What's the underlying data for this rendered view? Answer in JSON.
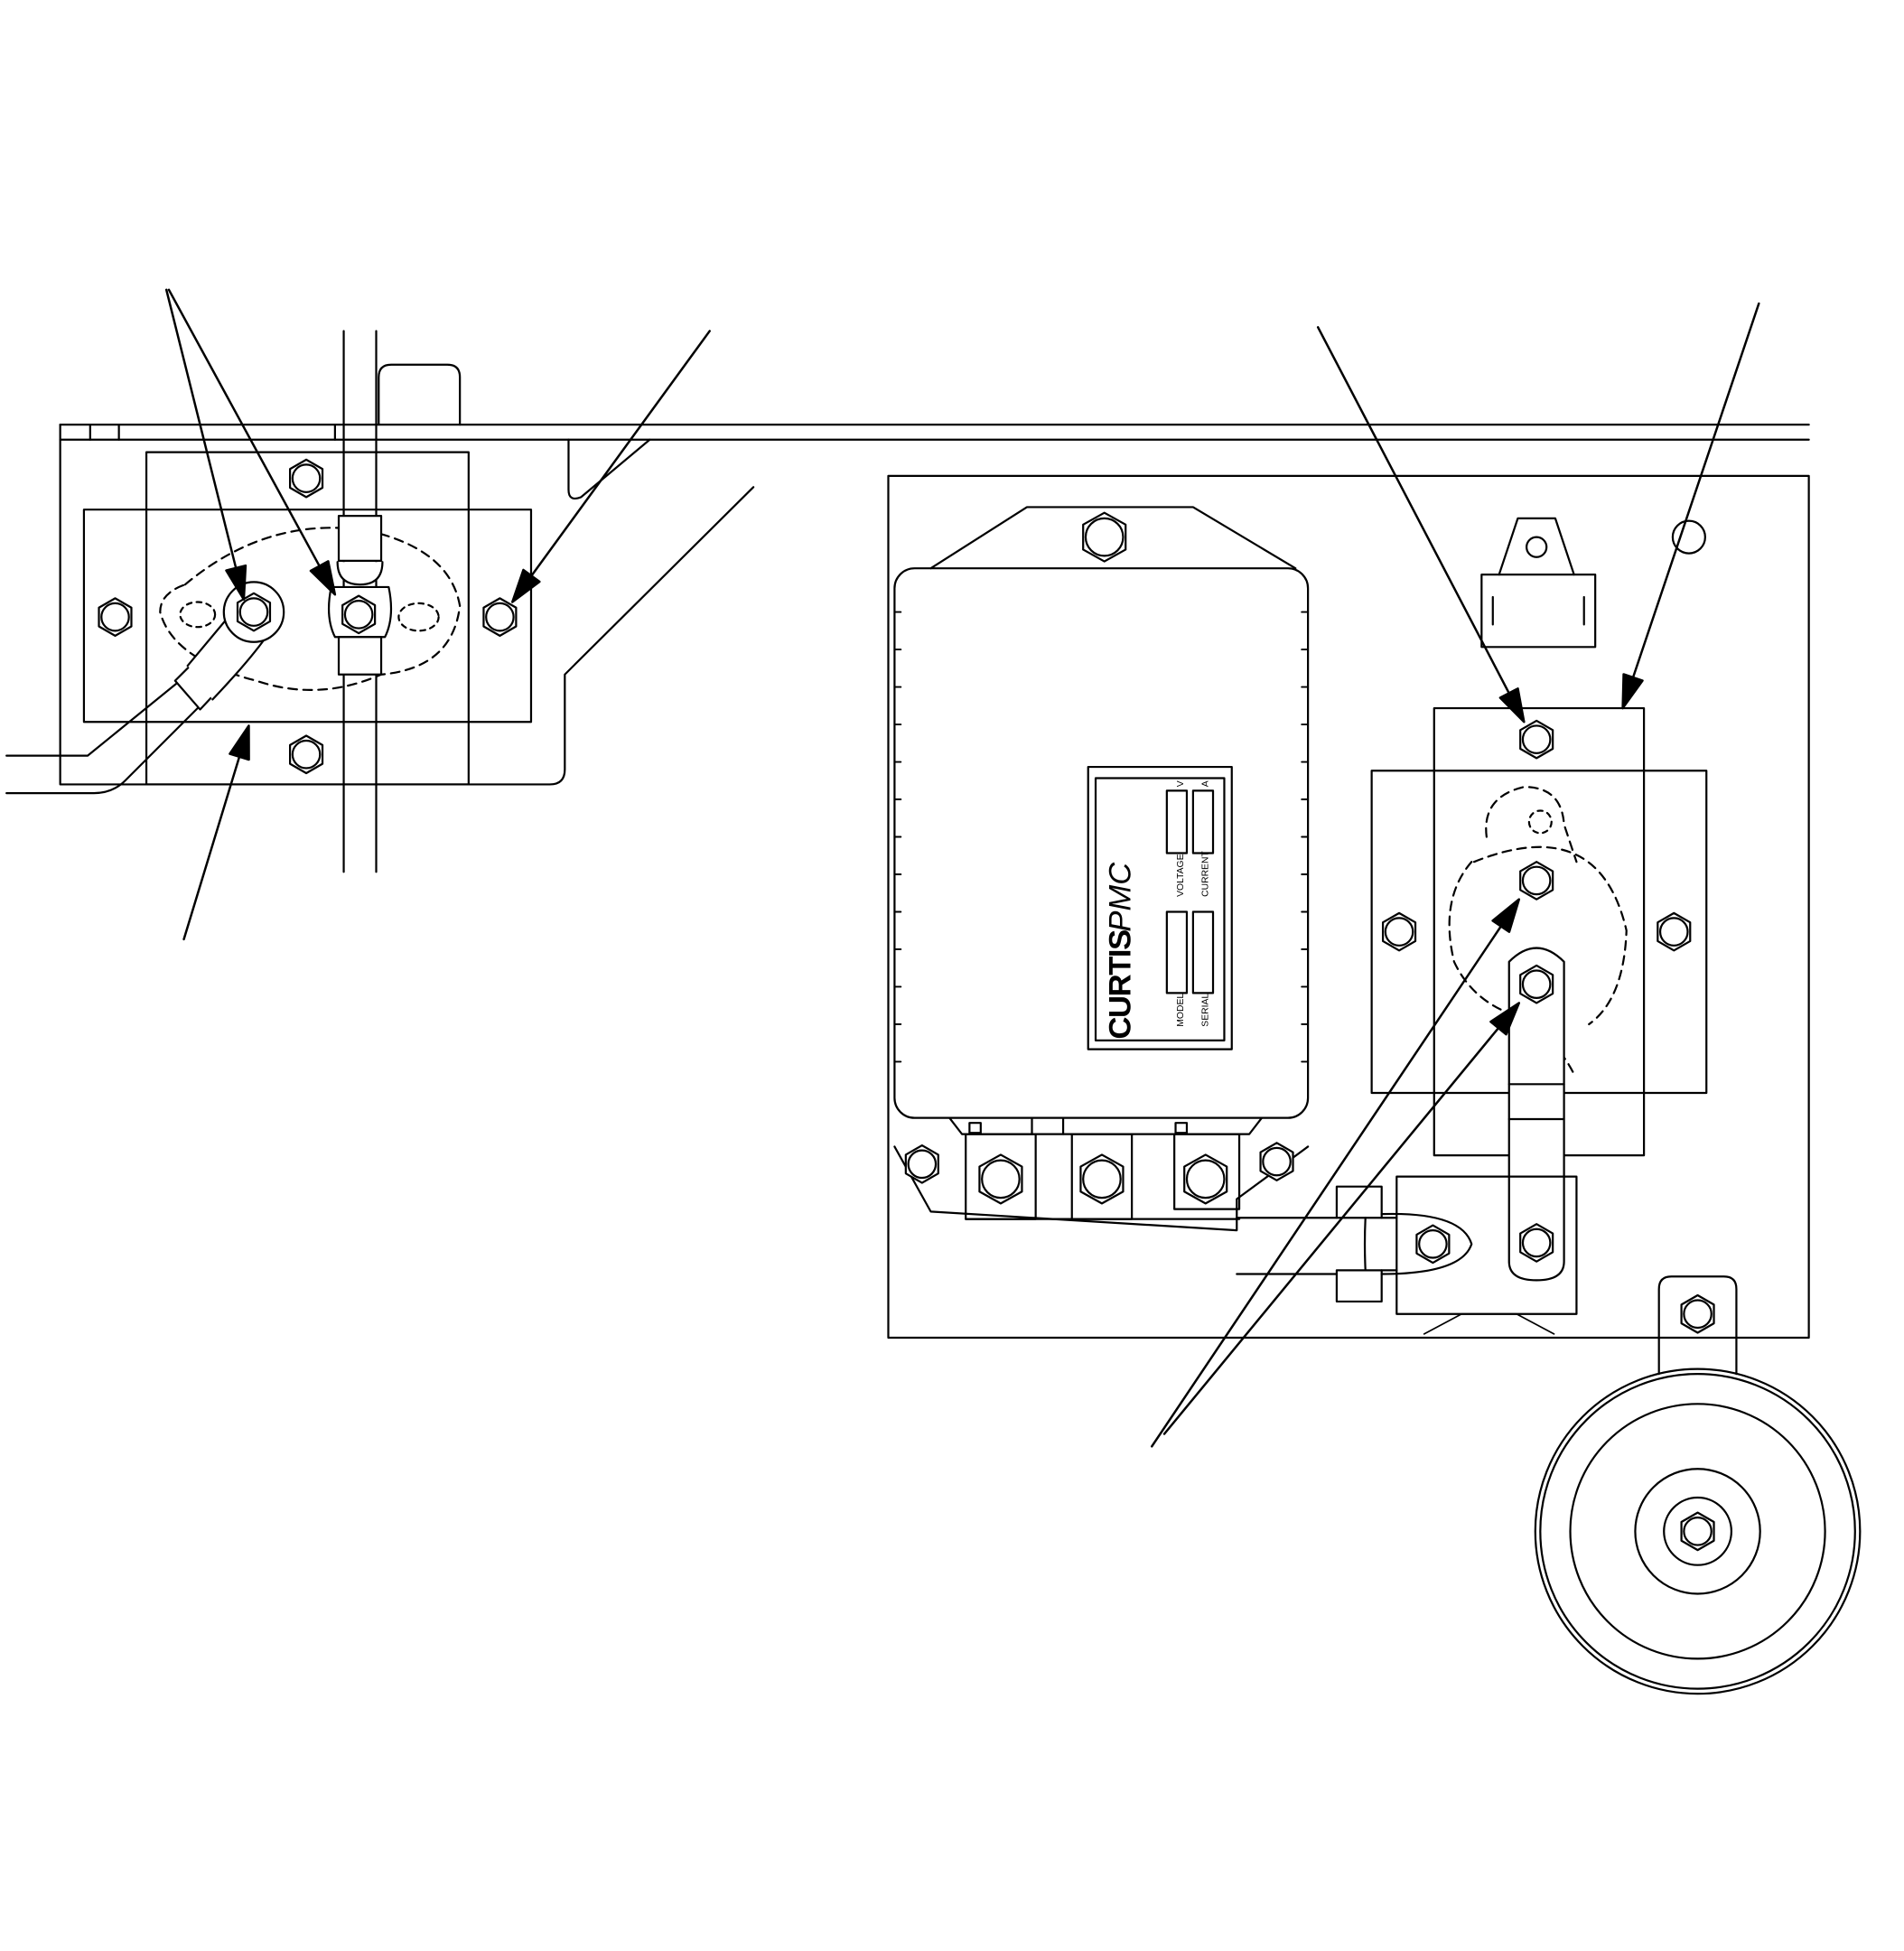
{
  "controller": {
    "brand": "CURTIS",
    "brand_suffix": "PMC",
    "model_label": "MODEL",
    "serial_label": "SERIAL",
    "voltage_label": "VOLTAGE",
    "current_label": "CURRENT",
    "v_unit": "V",
    "a_unit": "A"
  },
  "colors": {
    "line": "#000000",
    "background": "#ffffff"
  },
  "icons": [
    "hex-bolt-icon",
    "callout-arrow-icon",
    "horn-icon"
  ]
}
